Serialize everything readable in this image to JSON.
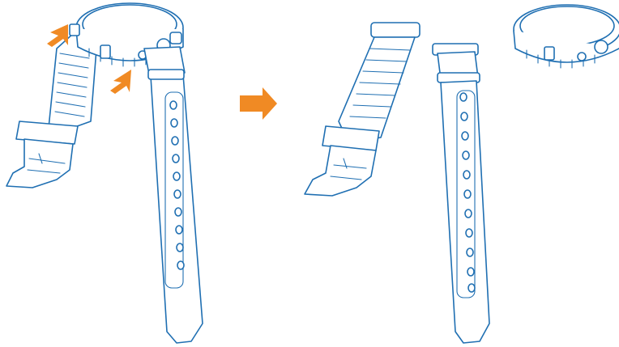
{
  "colors": {
    "line": "#1f6fb2",
    "accent": "#f08a24",
    "background": "#ffffff"
  },
  "steps": [
    {
      "name": "watch-with-strap-attached",
      "icons": [
        "watch-body",
        "upper-strap",
        "lower-strap",
        "release-arrow",
        "release-arrow"
      ]
    },
    {
      "name": "strap-detached",
      "icons": [
        "upper-strap-removed",
        "lower-strap-removed",
        "watch-body-without-strap"
      ]
    }
  ],
  "transition_icon": "right-arrow"
}
